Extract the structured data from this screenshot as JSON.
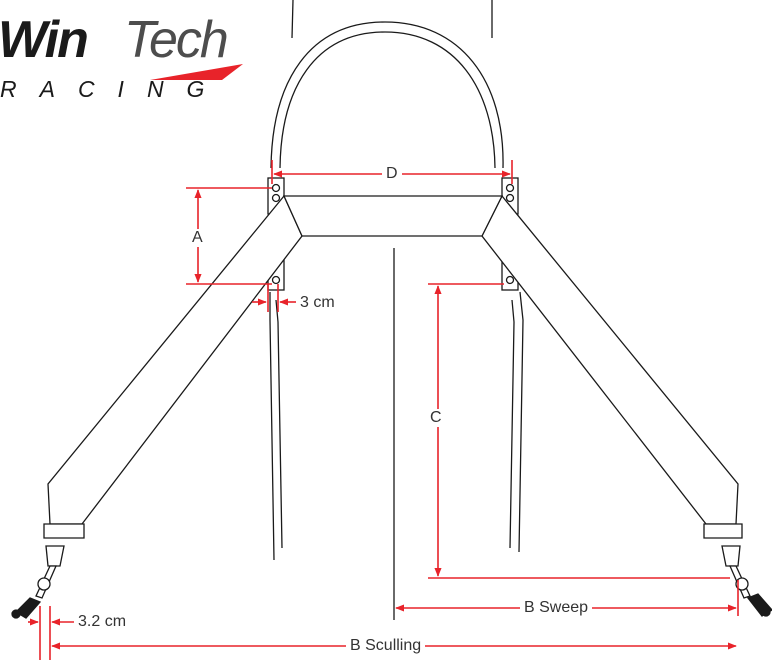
{
  "logo": {
    "word_bold": "Win",
    "word_light": "Tech",
    "tagline": "RACING",
    "accent_color": "#e8232a"
  },
  "labels": {
    "a": "A",
    "c": "C",
    "d": "D",
    "three_cm": "3 cm",
    "three_two_cm": "3.2 cm",
    "b_sweep": "B Sweep",
    "b_sculling": "B Sculling"
  },
  "colors": {
    "dimension": "#e8232a",
    "outline": "#1a1a1a",
    "text": "#333333"
  }
}
